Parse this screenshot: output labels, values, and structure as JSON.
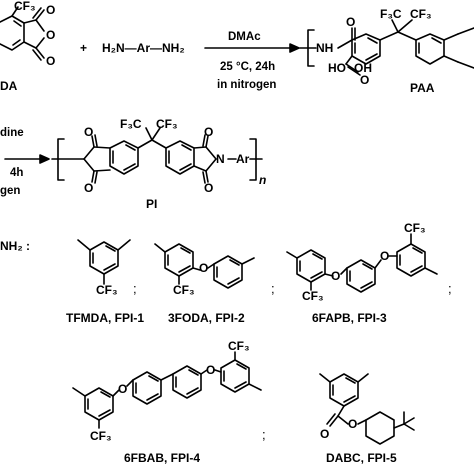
{
  "reaction_1": {
    "dianhydride_label": "DA",
    "plus": "+",
    "diamine_formula": "H₂N—Ar—NH₂",
    "conditions": [
      "DMAc",
      "25 °C, 24h",
      "in nitrogen"
    ],
    "product_label": "PAA"
  },
  "reaction_2": {
    "conditions": [
      "dine",
      "4h",
      "gen"
    ],
    "product_label": "PI",
    "repeat_subscript": "n"
  },
  "diamine_key": {
    "lead": "NH₂ :"
  },
  "diamines": [
    {
      "label": "TFMDA, FPI-1"
    },
    {
      "label": "3FODA, FPI-2"
    },
    {
      "label": "6FAPB, FPI-3"
    },
    {
      "label": "6FBAB, FPI-4"
    },
    {
      "label": "DABC, FPI-5"
    }
  ],
  "separator": ";",
  "atoms": {
    "cf3": "CF₃",
    "o": "O",
    "oh": "OH",
    "ho": "HO",
    "nh": "NH",
    "n": "N",
    "ar": "Ar",
    "f3c": "F₃C"
  }
}
